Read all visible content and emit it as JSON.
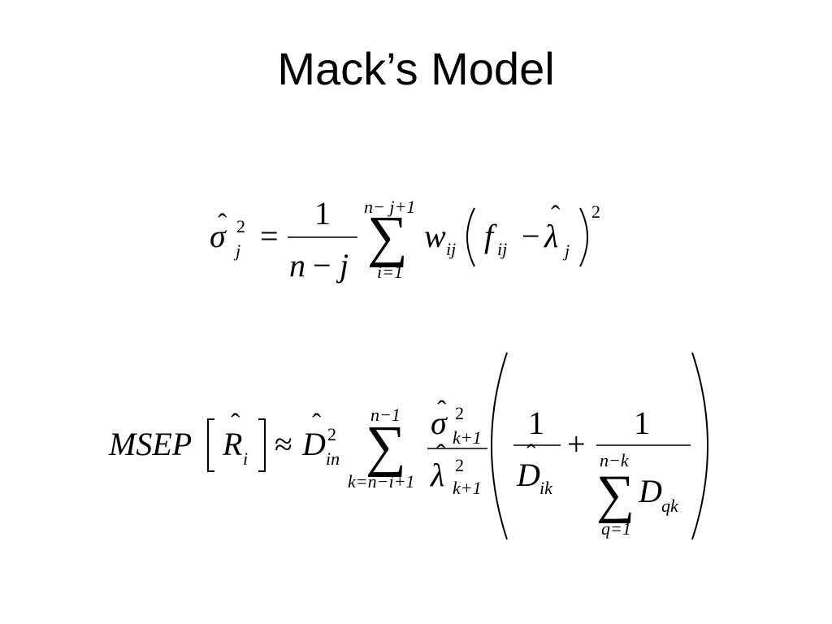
{
  "slide": {
    "title": "Mack’s Model"
  },
  "equation_1": {
    "sigma": "σ",
    "hat": "ˆ",
    "sub_j": "j",
    "sup_2": "2",
    "equals": "=",
    "numerator": "1",
    "den_n": "n",
    "den_minus": "−",
    "den_j": "j",
    "sum": "∑",
    "sum_upper": "n− j+1",
    "sum_lower": "i=1",
    "w": "w",
    "sub_ij": "ij",
    "f": "f",
    "minus": "−",
    "lambda": "λ",
    "outer_sup": "2"
  },
  "equation_2": {
    "msep": "MSEP",
    "r": "R",
    "sub_i": "i",
    "hat": "ˆ",
    "approx": "≈",
    "d": "D",
    "sub_in": "in",
    "sup_2": "2",
    "sum": "∑",
    "sum_upper": "n−1",
    "sum_lower": "k=n−i+1",
    "sigma": "σ",
    "lambda": "λ",
    "sub_k1": "k+1",
    "one": "1",
    "sub_ik": "ik",
    "plus": "+",
    "inner_sum_upper": "n−k",
    "inner_sum_lower": "q=1",
    "sub_qk": "qk"
  }
}
